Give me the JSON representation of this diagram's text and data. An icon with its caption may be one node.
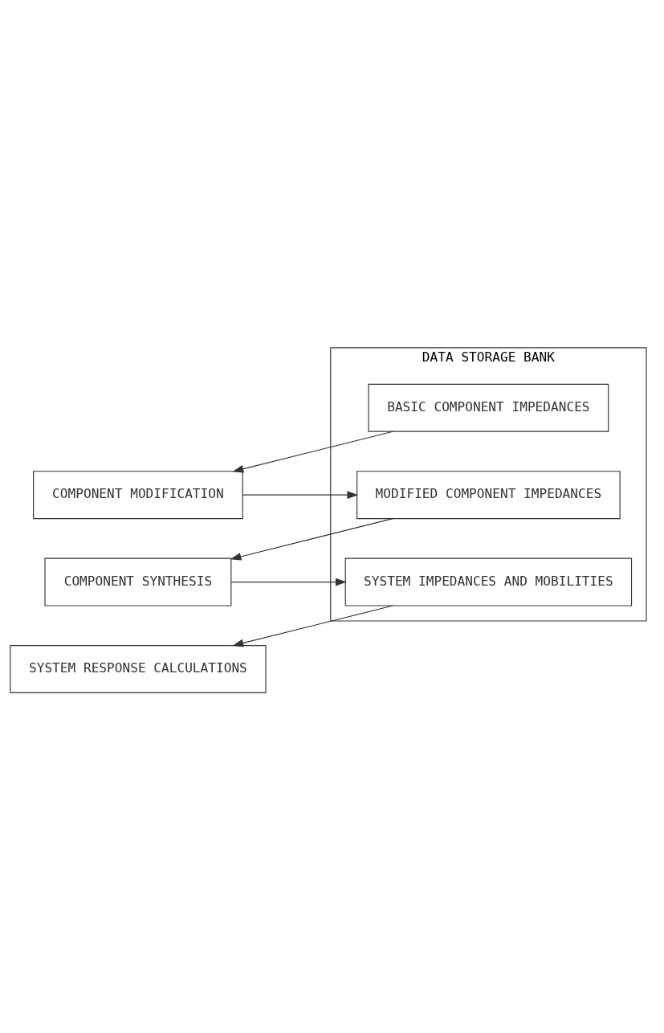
{
  "diagram": {
    "nodes": [
      {
        "text": [
          "DATA STORAGE BANK"
        ]
      },
      {
        "text": [
          "BASIC COMPONENT IMPEDANCES"
        ],
        "in": 0
      },
      {
        "text": [
          "MODIFIED COMPONENT IMPEDANCES"
        ],
        "in": 0
      },
      {
        "text": [
          "SYSTEM IMPEDANCES AND MOBILITIES"
        ],
        "in": 0
      },
      {
        "text": [
          "COMPONENT MODIFICATION"
        ]
      },
      {
        "text": [
          "COMPONENT SYNTHESIS"
        ]
      },
      {
        "text": [
          "SYSTEM RESPONSE CALCULATIONS"
        ]
      }
    ],
    "edges": [
      {
        "from": 1,
        "to": 4,
        "arrow": "to"
      },
      {
        "from": 4,
        "to": 2,
        "arrow": "to"
      },
      {
        "from": 2,
        "to": 5,
        "arrow": "to"
      },
      {
        "from": 5,
        "to": 3,
        "arrow": "to"
      },
      {
        "from": 3,
        "to": 6,
        "arrow": "to"
      }
    ]
  }
}
